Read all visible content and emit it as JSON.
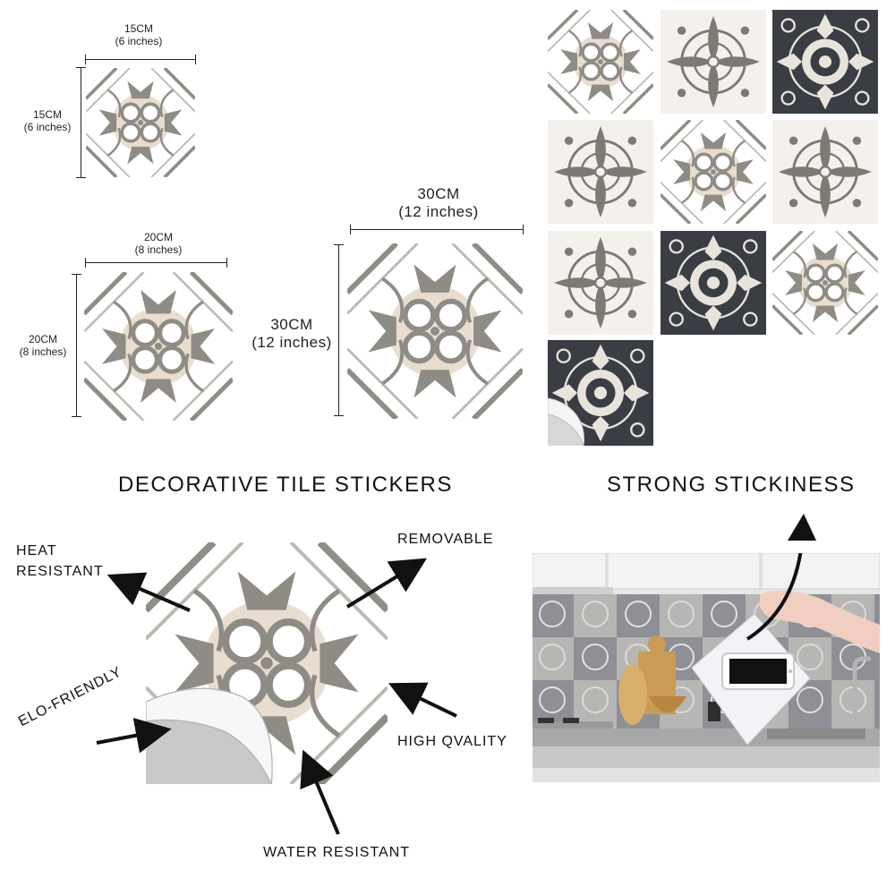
{
  "sizes": {
    "s15": {
      "cm": "15CM",
      "in": "(6 inches)"
    },
    "s20": {
      "cm": "20CM",
      "in": "(8 inches)"
    },
    "s30": {
      "cm": "30CM",
      "in": "(12 inches)"
    }
  },
  "headings": {
    "left": "DECORATIVE TILE STICKERS",
    "right": "STRONG STICKINESS"
  },
  "features": {
    "heat_line1": "HEAT",
    "heat_line2": "RESISTANT",
    "removable": "REMOVABLE",
    "eco": "ELO-FRIENDLY",
    "quality": "HIGH QVALITY",
    "water": "WATER RESISTANT"
  },
  "colors": {
    "tile_grey": "#8f8c85",
    "tile_beige": "#e9ddd0",
    "tile_dark": "#3a3d44"
  }
}
